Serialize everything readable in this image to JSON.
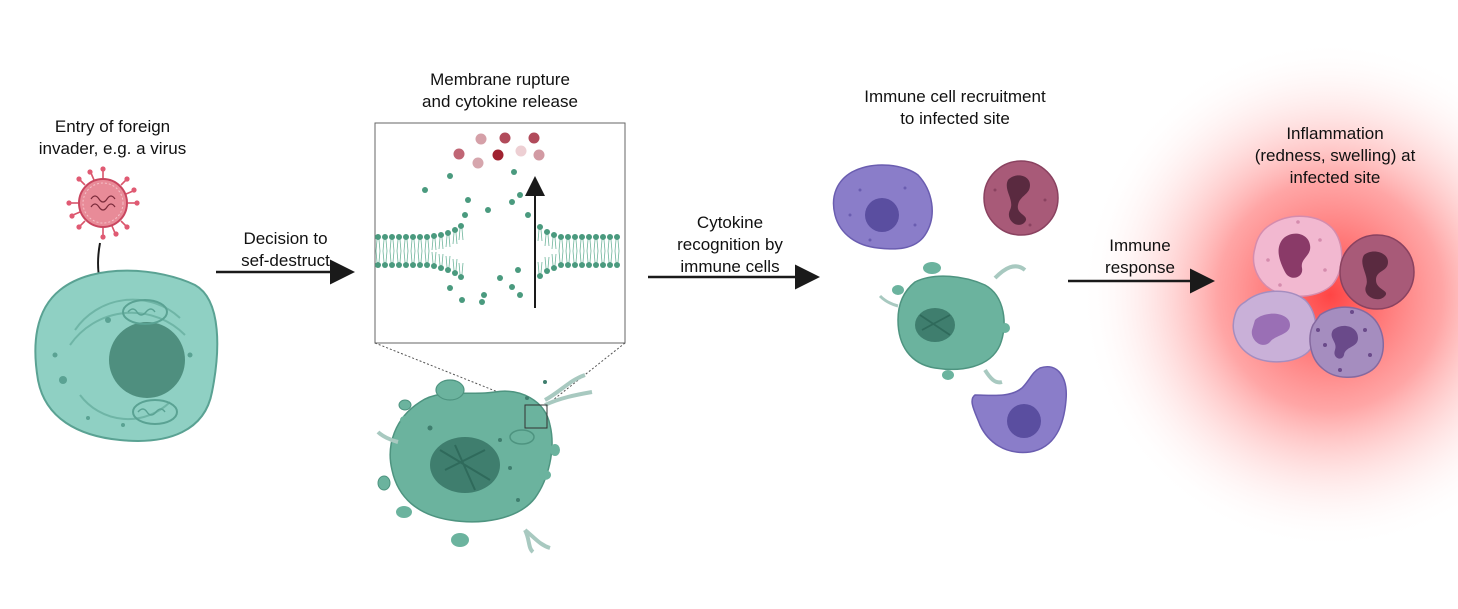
{
  "stages": [
    {
      "id": "entry",
      "label_lines": [
        "Entry of foreign",
        "invader, e.g. a virus"
      ]
    },
    {
      "id": "decision",
      "label_lines": [
        "Decision to",
        "sef-destruct"
      ]
    },
    {
      "id": "rupture",
      "label_lines": [
        "Membrane rupture",
        "and cytokine release"
      ]
    },
    {
      "id": "recognition",
      "label_lines": [
        "Cytokine",
        "recognition by",
        "immune cells"
      ]
    },
    {
      "id": "recruitment",
      "label_lines": [
        "Immune cell recruitment",
        "to infected site"
      ]
    },
    {
      "id": "response",
      "label_lines": [
        "Immune",
        "response"
      ]
    },
    {
      "id": "inflammation",
      "label_lines": [
        "Inflammation",
        "(redness, swelling) at",
        "infected site"
      ]
    }
  ],
  "colors": {
    "healthy_cell": "#8fd0c3",
    "dying_cell": "#6bb39e",
    "nucleus": "#4f8f7f",
    "membrane": "#4a9a7e",
    "virus": "#e07c86",
    "macrophage": "#8a7dc9",
    "neutrophil": "#a85a78",
    "inflammation": "#ff4a4a",
    "arrow": "#1a1a1a"
  },
  "icons": [
    "virus-icon",
    "healthy-cell-icon",
    "dying-cell-icon",
    "membrane-bilayer-icon",
    "cytokine-icon",
    "macrophage-icon",
    "neutrophil-icon",
    "eosinophil-icon",
    "monocyte-icon",
    "basophil-icon"
  ]
}
